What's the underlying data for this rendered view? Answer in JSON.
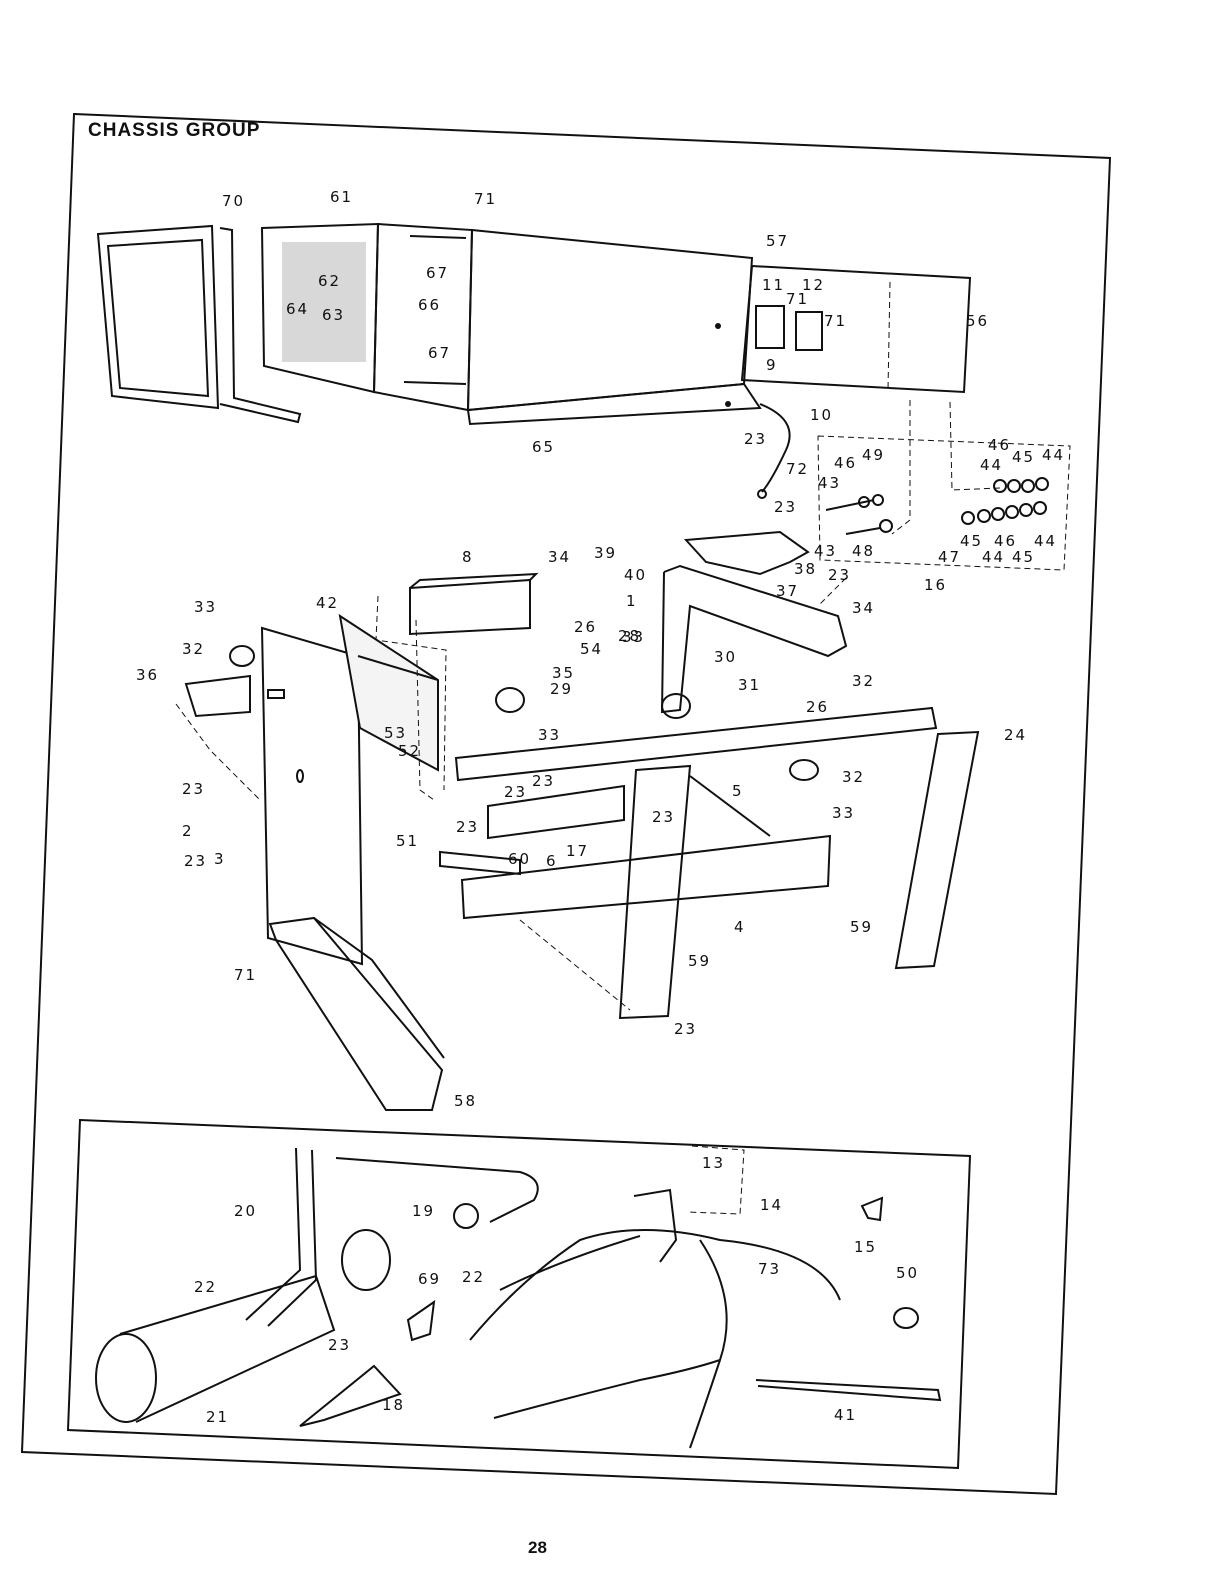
{
  "page": {
    "title": "CHASSIS GROUP",
    "page_number": "28"
  },
  "callouts": [
    "70",
    "61",
    "71",
    "62",
    "67",
    "64",
    "63",
    "66",
    "67",
    "65",
    "57",
    "11",
    "71",
    "12",
    "71",
    "9",
    "56",
    "10",
    "23",
    "72",
    "23",
    "46",
    "44",
    "45",
    "44",
    "46",
    "49",
    "43",
    "45",
    "46",
    "44",
    "43",
    "48",
    "47",
    "44",
    "45",
    "8",
    "34",
    "39",
    "40",
    "38",
    "37",
    "23",
    "16",
    "34",
    "1",
    "33",
    "42",
    "26",
    "54",
    "33",
    "30",
    "32",
    "35",
    "29",
    "32",
    "31",
    "26",
    "36",
    "28",
    "33",
    "53",
    "52",
    "23",
    "23",
    "23",
    "5",
    "32",
    "33",
    "24",
    "23",
    "2",
    "51",
    "23",
    "6",
    "17",
    "23",
    "60",
    "3",
    "4",
    "59",
    "71",
    "59",
    "23",
    "58",
    "13",
    "14",
    "20",
    "19",
    "15",
    "22",
    "69",
    "50",
    "22",
    "23",
    "73",
    "18",
    "21",
    "41"
  ]
}
